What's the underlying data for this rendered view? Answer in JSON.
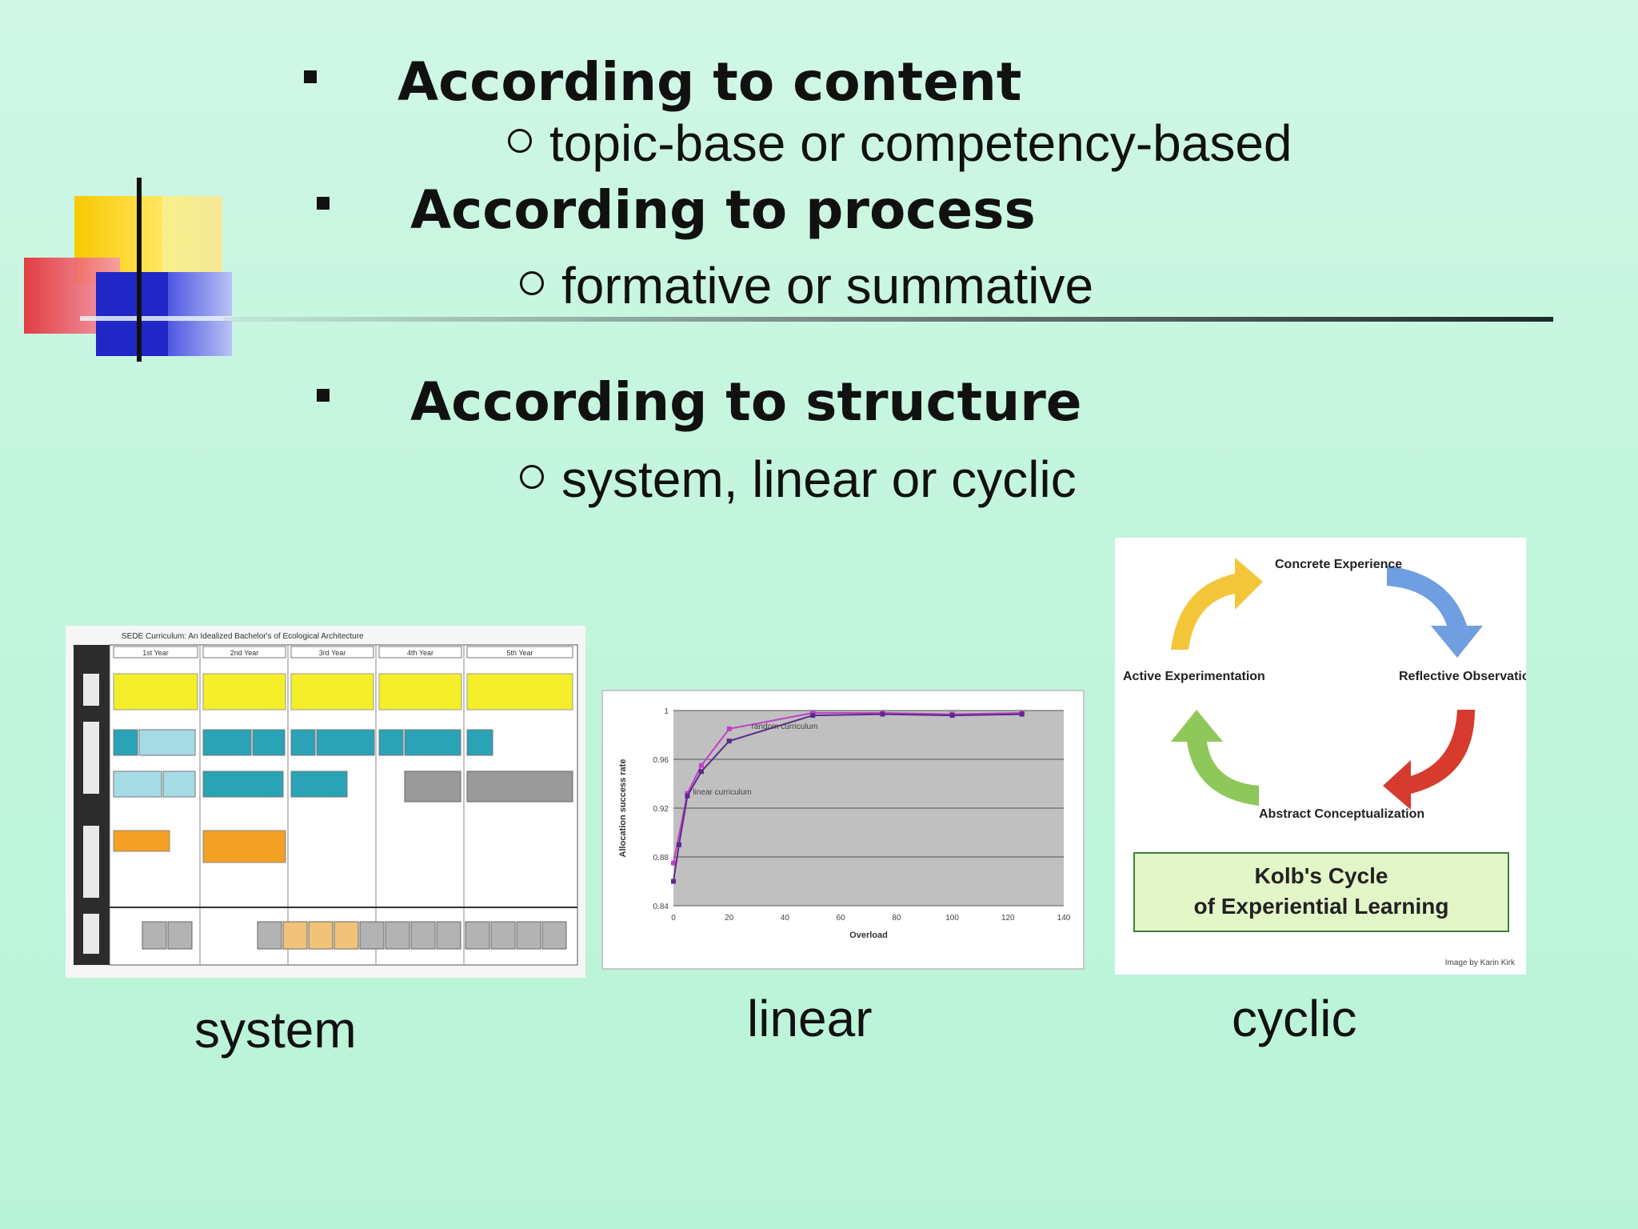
{
  "bullets": [
    {
      "label": "According to content",
      "sub": "topic-base or competency-based"
    },
    {
      "label": "According to process",
      "sub": "formative or summative"
    },
    {
      "label": "According to structure",
      "sub": "system, linear or cyclic"
    }
  ],
  "images": {
    "system": {
      "caption": "system",
      "title": "SEDE Curriculum: An Idealized Bachelor's of Ecological Architecture",
      "years": [
        "1st Year",
        "2nd Year",
        "3rd Year",
        "4th Year",
        "5th Year"
      ]
    },
    "linear": {
      "caption": "linear",
      "chart_data": {
        "type": "line",
        "title": "",
        "xlabel": "Overload",
        "ylabel": "Allocation success rate",
        "xlim": [
          0,
          140
        ],
        "ylim": [
          0.84,
          1
        ],
        "x_ticks": [
          "0",
          "20",
          "40",
          "60",
          "80",
          "100",
          "120",
          "140"
        ],
        "y_ticks": [
          "0.84",
          "0.88",
          "0.92",
          "0.96",
          "1"
        ],
        "grid": true,
        "annotations": [
          "random curriculum",
          "linear curriculum"
        ],
        "series": [
          {
            "name": "random curriculum",
            "x": [
              0,
              5,
              10,
              20,
              50,
              75,
              100,
              125
            ],
            "y": [
              0.875,
              0.932,
              0.955,
              0.985,
              0.998,
              0.998,
              0.997,
              0.998
            ]
          },
          {
            "name": "linear curriculum",
            "x": [
              0,
              2,
              5,
              10,
              20,
              50,
              75,
              100,
              125
            ],
            "y": [
              0.86,
              0.89,
              0.93,
              0.95,
              0.975,
              0.996,
              0.997,
              0.996,
              0.997
            ]
          }
        ]
      }
    },
    "cyclic": {
      "caption": "cyclic",
      "stages": {
        "top": "Concrete Experience",
        "right": "Reflective Observation",
        "bottom": "Abstract Conceptualization",
        "left": "Active Experimentation"
      },
      "box_title_line1": "Kolb's Cycle",
      "box_title_line2": "of Experiential Learning",
      "credit": "Image by Karin Kirk",
      "arrow_colors": [
        "#f3c63a",
        "#6f9fe0",
        "#d63b2e",
        "#8fc85a"
      ]
    }
  }
}
